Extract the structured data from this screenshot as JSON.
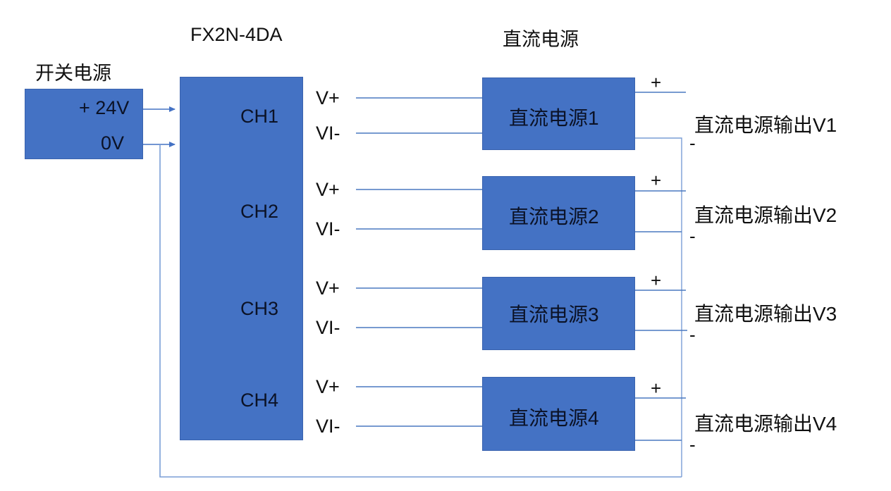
{
  "diagram": {
    "titles": {
      "module": "FX2N-4DA",
      "dc_group": "直流电源",
      "switching_supply": "开关电源"
    },
    "switching_supply": {
      "terminals": [
        {
          "label": "+ 24V"
        },
        {
          "label": "0V"
        }
      ]
    },
    "module": {
      "name": "FX2N-4DA",
      "channels": [
        {
          "label": "CH1",
          "pins": [
            "V+",
            "VI-"
          ]
        },
        {
          "label": "CH2",
          "pins": [
            "V+",
            "VI-"
          ]
        },
        {
          "label": "CH3",
          "pins": [
            "V+",
            "VI-"
          ]
        },
        {
          "label": "CH4",
          "pins": [
            "V+",
            "VI-"
          ]
        }
      ]
    },
    "dc_supplies": [
      {
        "name": "直流电源1",
        "plus": "+",
        "minus": "-",
        "output": "直流电源输出V1"
      },
      {
        "name": "直流电源2",
        "plus": "+",
        "minus": "-",
        "output": "直流电源输出V2"
      },
      {
        "name": "直流电源3",
        "plus": "+",
        "minus": "-",
        "output": "直流电源输出V3"
      },
      {
        "name": "直流电源4",
        "plus": "+",
        "minus": "-",
        "output": "直流电源输出V4"
      }
    ],
    "colors": {
      "box_fill": "#4472C4",
      "box_stroke": "#3a63ae",
      "wire": "#4a79c0",
      "text": "#101010",
      "background": "#ffffff"
    }
  }
}
